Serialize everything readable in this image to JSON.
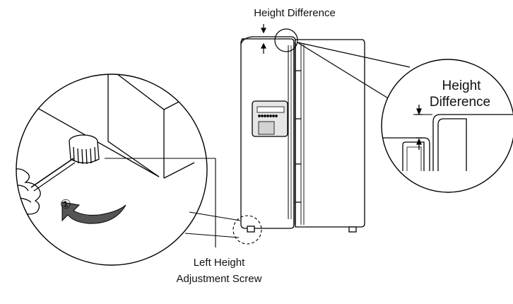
{
  "labels": {
    "top_height_difference": "Height Difference",
    "zoom_height": "Height",
    "zoom_difference": "Difference",
    "step_marker": "①",
    "screw_line1": "Left Height",
    "screw_line2": "Adjustment Screw"
  }
}
